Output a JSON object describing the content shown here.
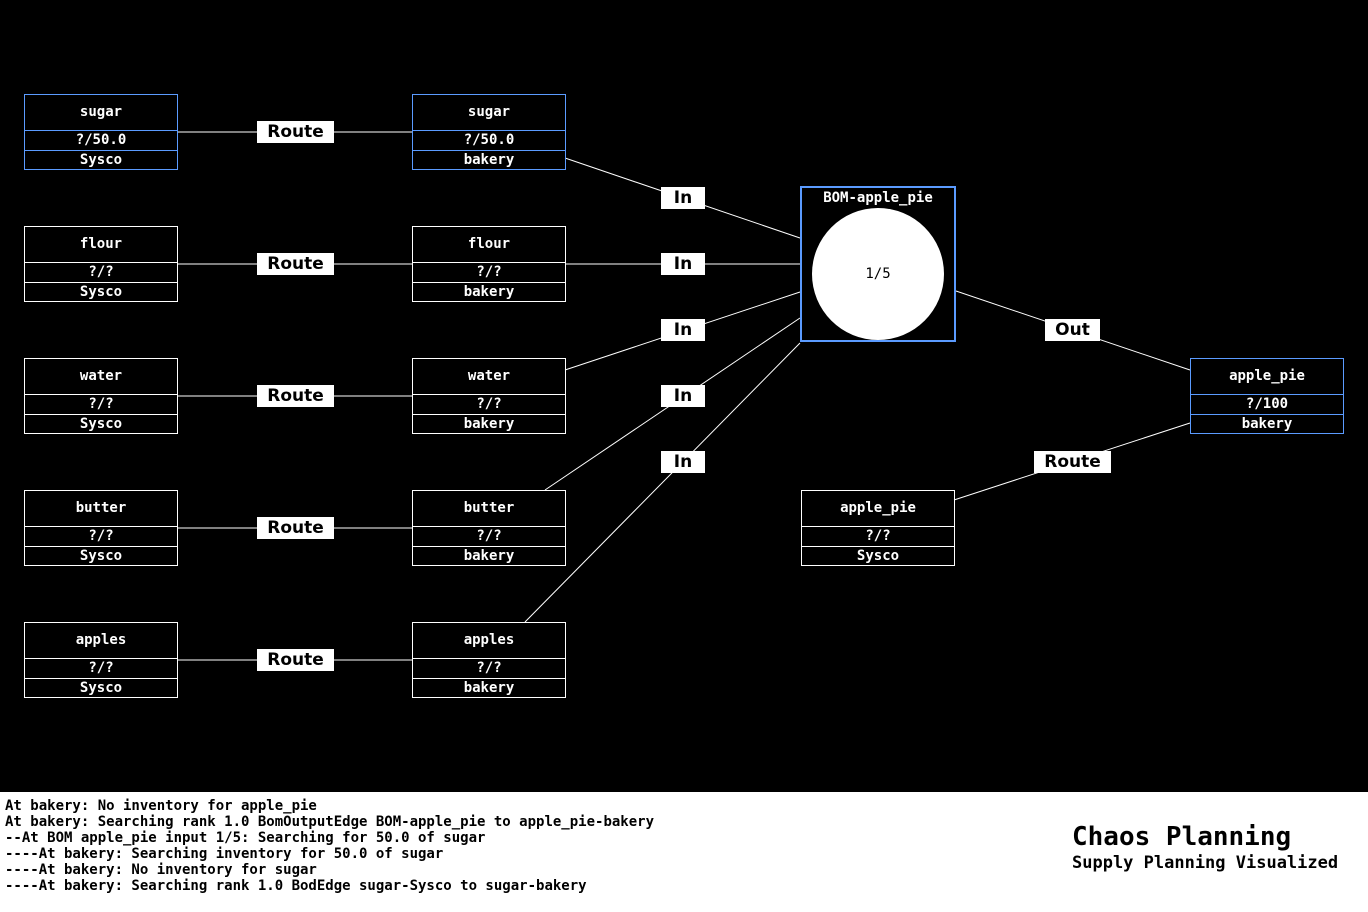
{
  "colors": {
    "background": "#000000",
    "node_border": "#ffffff",
    "highlight_border": "#5b9bff",
    "edge_label_bg": "#ffffff",
    "footer_bg": "#ffffff"
  },
  "diagram": {
    "nodes": [
      {
        "id": "sugar-sysco",
        "name": "sugar",
        "qty": "?/50.0",
        "loc": "Sysco",
        "highlight": true
      },
      {
        "id": "sugar-bakery",
        "name": "sugar",
        "qty": "?/50.0",
        "loc": "bakery",
        "highlight": true
      },
      {
        "id": "flour-sysco",
        "name": "flour",
        "qty": "?/?",
        "loc": "Sysco",
        "highlight": false
      },
      {
        "id": "flour-bakery",
        "name": "flour",
        "qty": "?/?",
        "loc": "bakery",
        "highlight": false
      },
      {
        "id": "water-sysco",
        "name": "water",
        "qty": "?/?",
        "loc": "Sysco",
        "highlight": false
      },
      {
        "id": "water-bakery",
        "name": "water",
        "qty": "?/?",
        "loc": "bakery",
        "highlight": false
      },
      {
        "id": "butter-sysco",
        "name": "butter",
        "qty": "?/?",
        "loc": "Sysco",
        "highlight": false
      },
      {
        "id": "butter-bakery",
        "name": "butter",
        "qty": "?/?",
        "loc": "bakery",
        "highlight": false
      },
      {
        "id": "apples-sysco",
        "name": "apples",
        "qty": "?/?",
        "loc": "Sysco",
        "highlight": false
      },
      {
        "id": "apples-bakery",
        "name": "apples",
        "qty": "?/?",
        "loc": "bakery",
        "highlight": false
      },
      {
        "id": "apple_pie-sysco",
        "name": "apple_pie",
        "qty": "?/?",
        "loc": "Sysco",
        "highlight": false
      },
      {
        "id": "apple_pie-bakery",
        "name": "apple_pie",
        "qty": "?/100",
        "loc": "bakery",
        "highlight": true
      }
    ],
    "bom": {
      "title": "BOM-apple_pie",
      "progress": "1/5"
    },
    "edge_labels": {
      "route": "Route",
      "in": "In",
      "out": "Out"
    }
  },
  "log_lines": [
    "At bakery: No inventory for apple_pie",
    "At bakery: Searching rank 1.0 BomOutputEdge BOM-apple_pie to apple_pie-bakery",
    "--At BOM apple_pie input 1/5: Searching for 50.0 of sugar",
    "----At bakery: Searching inventory for 50.0 of sugar",
    "----At bakery: No inventory for sugar",
    "----At bakery: Searching rank 1.0 BodEdge sugar-Sysco to sugar-bakery"
  ],
  "brand": {
    "title": "Chaos Planning",
    "subtitle": "Supply Planning Visualized"
  }
}
